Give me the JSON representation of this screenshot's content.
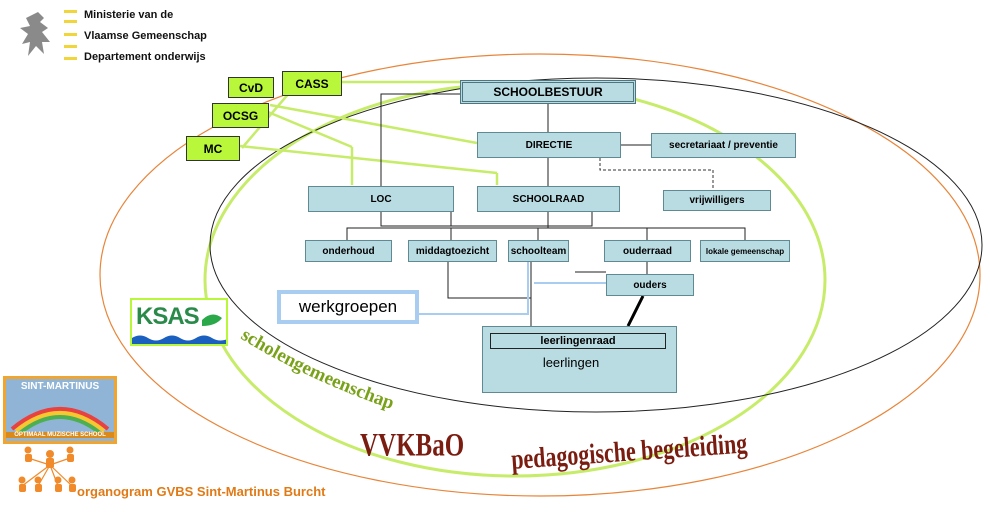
{
  "ministry": {
    "lines": [
      "Ministerie van de",
      "Vlaamse Gemeenschap",
      "Departement onderwijs"
    ]
  },
  "org": {
    "schoolbestuur": "SCHOOLBESTUUR",
    "directie": "DIRECTIE",
    "secretariaat": "secretariaat / preventie",
    "vrijwilligers": "vrijwilligers",
    "loc": "LOC",
    "schoolraad": "SCHOOLRAAD",
    "onderhoud": "onderhoud",
    "middagtoezicht": "middagtoezicht",
    "schoolteam": "schoolteam",
    "ouderraad": "ouderraad",
    "lokale_gemeenschap": "lokale gemeenschap",
    "ouders": "ouders",
    "werkgroepen": "werkgroepen",
    "leerlingenraad": "leerlingenraad",
    "leerlingen": "leerlingen"
  },
  "partners": {
    "cvd": "CvD",
    "cass": "CASS",
    "ocsg": "OCSG",
    "mc": "MC"
  },
  "labels": {
    "scholengemeenschap": "scholengemeenschap",
    "vvkbao": "VVKBaO",
    "pedagogische_begeleiding": "pedagogische begeleiding",
    "caption": "organogram GVBS Sint-Martinus Burcht"
  },
  "logos": {
    "ksas": "KSAS",
    "sint_martinus": "SINT-MARTINUS",
    "sint_martinus_sub": "OPTIMAAL MUZISCHE SCHOOL"
  },
  "colors": {
    "box_fill": "#b9dce3",
    "partner_fill": "#b9f73a",
    "outer_ellipse": "#e8853a",
    "green_line": "#c6ec6a",
    "caption": "#e07a16",
    "werkgroepen_border": "#a9cdf0"
  }
}
